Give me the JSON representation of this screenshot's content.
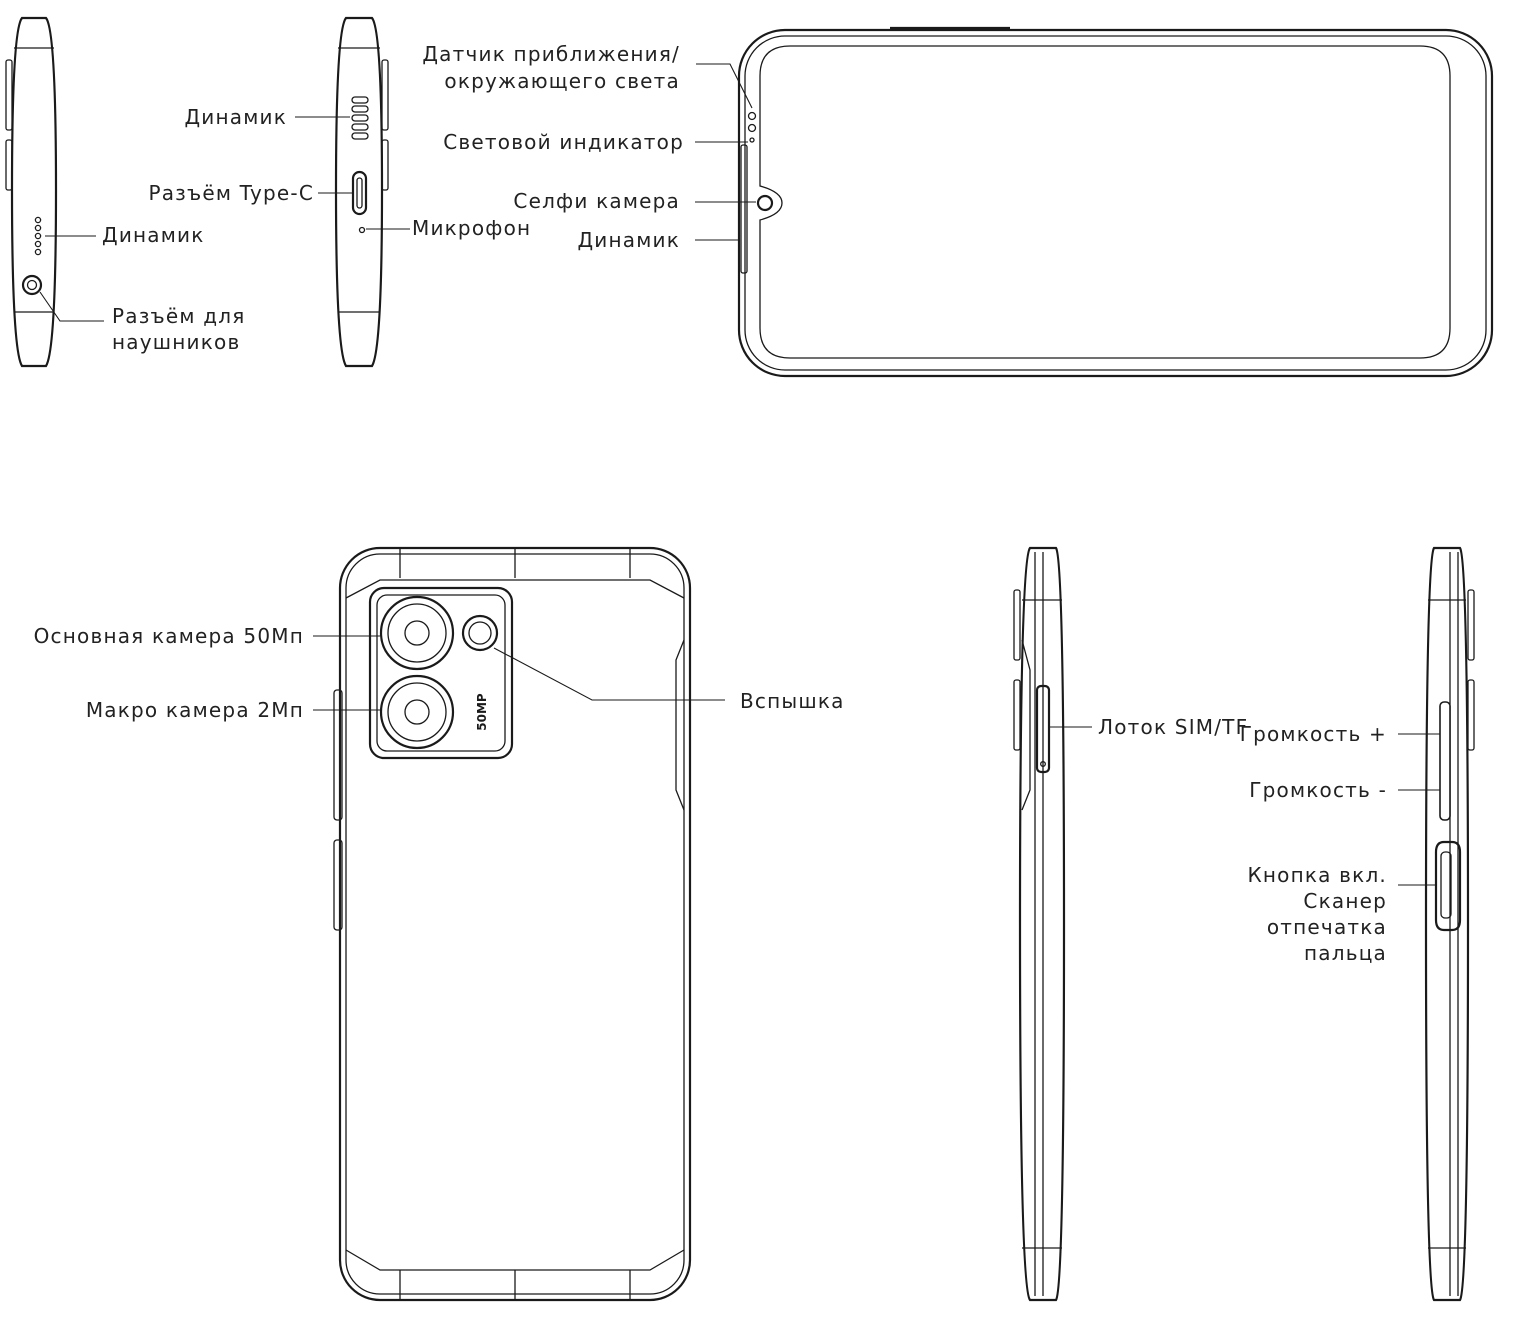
{
  "colors": {
    "line": "#1a1a1a",
    "text": "#222222",
    "background": "#ffffff"
  },
  "labels": {
    "speaker_top_edge": "Динамик",
    "type_c": "Разъём Type-C",
    "speaker_left_edge": "Динамик",
    "microphone": "Микрофон",
    "headphone_line1": "Разъём для",
    "headphone_line2": "наушников",
    "proximity_line1": "Датчик приближения/",
    "proximity_line2": "окружающего света",
    "led_indicator": "Световой индикатор",
    "selfie_camera": "Селфи камера",
    "speaker_front": "Динамик",
    "main_camera": "Основная камера 50Мп",
    "macro_camera": "Макро камера 2Мп",
    "flash": "Вспышка",
    "sim_tray": "Лоток SIM/TF",
    "volume_up": "Громкость +",
    "volume_down": "Громкость -",
    "power_line1": "Кнопка вкл.",
    "power_line2": "Сканер",
    "power_line3": "отпечатка",
    "power_line4": "пальца",
    "camera_badge": "50MP"
  }
}
